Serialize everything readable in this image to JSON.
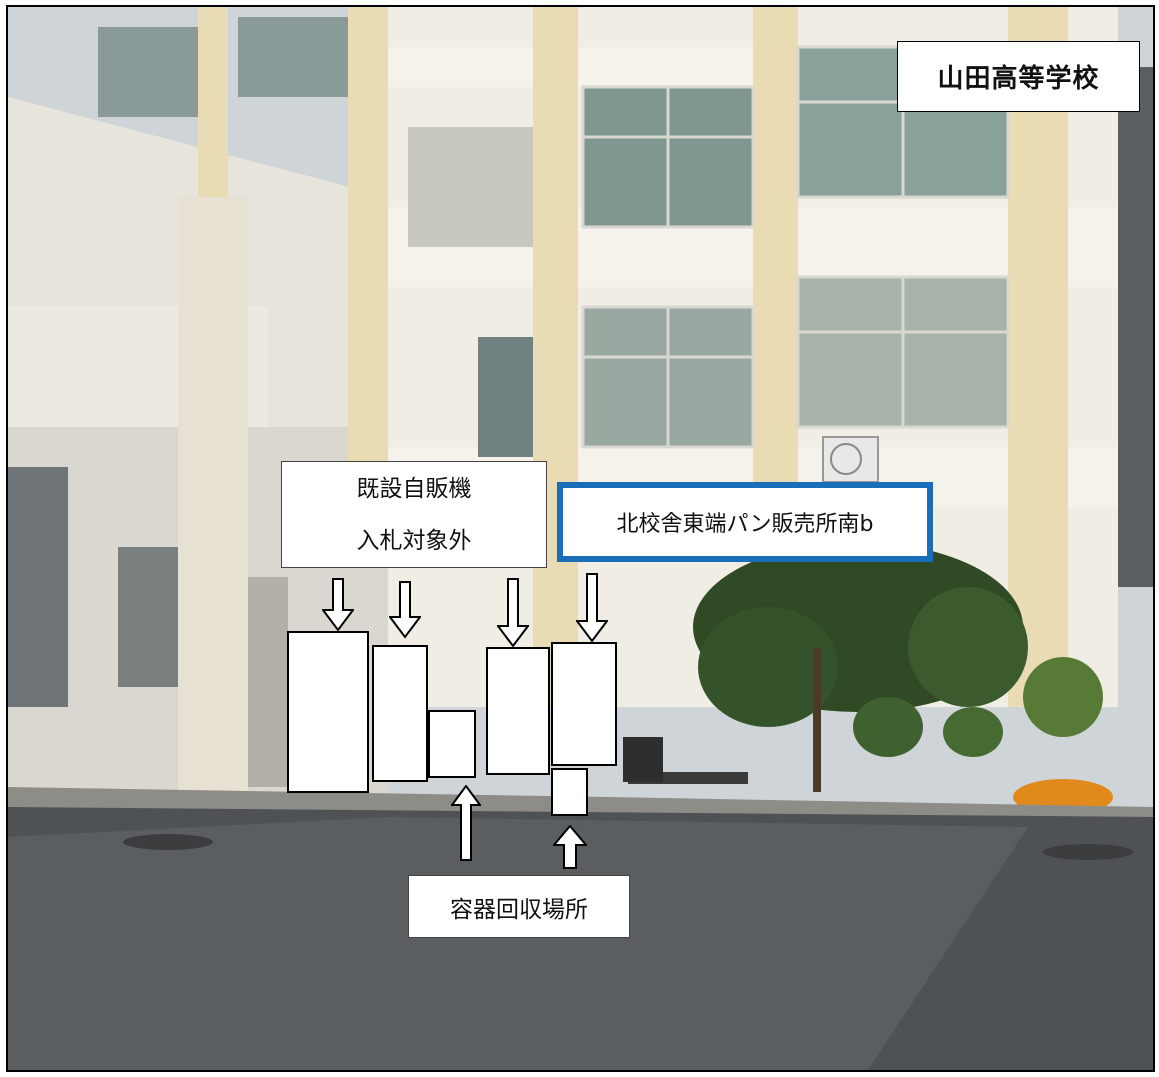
{
  "school_name": "山田高等学校",
  "existing_label": {
    "line1": "既設自販機",
    "line2": "入札対象外"
  },
  "location_label": "北校舎東端パン販売所南b",
  "recycle_label": "容器回収場所",
  "colors": {
    "location_border": "#1a6db8",
    "building_wall": "#f0ede4",
    "building_pillar": "#e9dbb4",
    "pavement": "#4e5255"
  }
}
